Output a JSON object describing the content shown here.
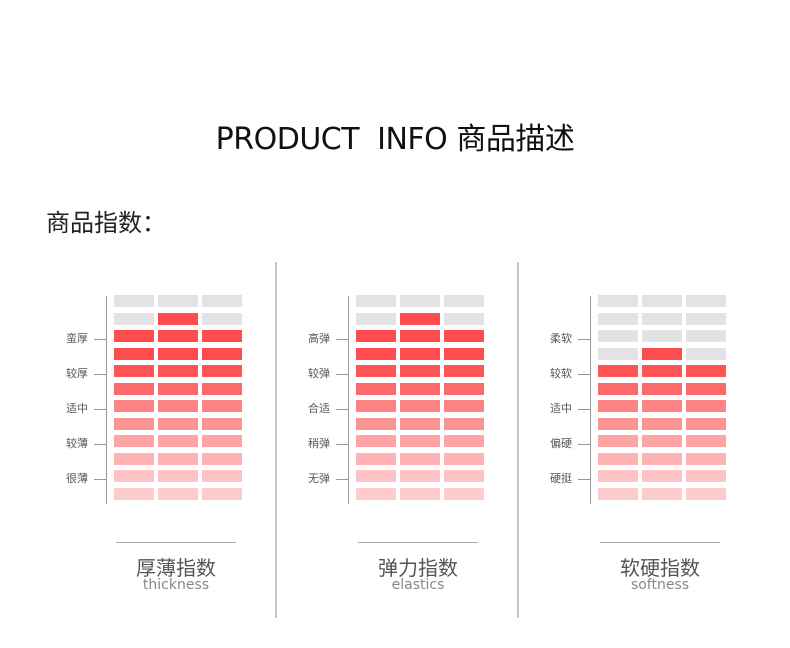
{
  "header": {
    "title": "PRODUCT  INFO 商品描述",
    "subtitle": "商品指数："
  },
  "colors": {
    "empty": "#e3e3e6",
    "rows": [
      "#fd4d4f",
      "#fd4d4f",
      "#fd5556",
      "#fd6a6b",
      "#fe8384",
      "#fe9394",
      "#fea4a5",
      "#feb2b3",
      "#fec4c5",
      "#fecccd"
    ]
  },
  "panels": [
    {
      "cn_label": "厚薄指数",
      "en_label": "thickness",
      "levels": [
        "蛮厚",
        "较厚",
        "适中",
        "较薄",
        "很薄"
      ],
      "selected_column": 1,
      "selected_level_index": 0
    },
    {
      "cn_label": "弹力指数",
      "en_label": "elastics",
      "levels": [
        "高弹",
        "较弹",
        "合适",
        "稍弹",
        "无弹"
      ],
      "selected_column": 1,
      "selected_level_index": 0
    },
    {
      "cn_label": "软硬指数",
      "en_label": "softness",
      "levels": [
        "柔软",
        "较软",
        "适中",
        "偏硬",
        "硬挺"
      ],
      "selected_column": 1,
      "selected_level_index": 1
    }
  ]
}
